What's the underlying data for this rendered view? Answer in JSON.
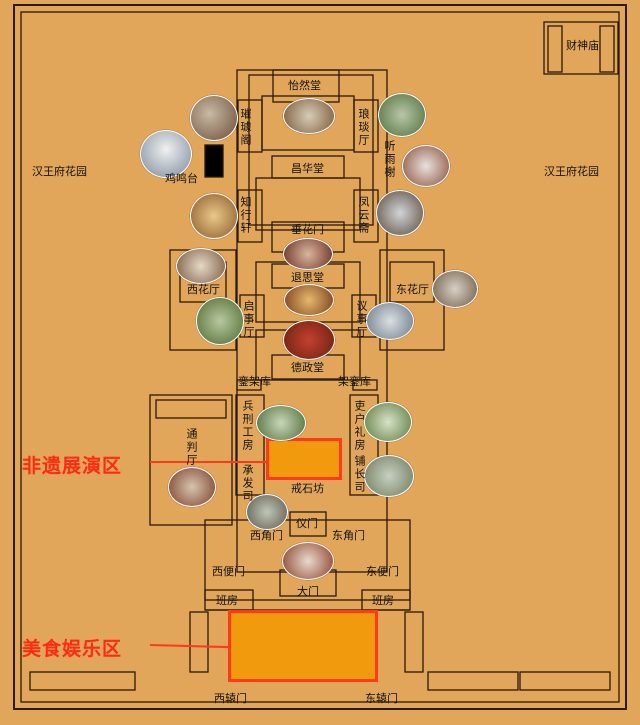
{
  "map": {
    "labels": {
      "yiran_tang": "怡然堂",
      "cuihua_ge": "璀璩阁",
      "langyuan_ting": "琅琰厅",
      "tingyu_xie": "听雨榭",
      "changhua_tang": "昌华堂",
      "jiming_tai": "鸡鸣台",
      "zhixing_xuan": "知行轩",
      "fengyun_zhai": "凤云斋",
      "chuihua_men": "垂花门",
      "tuisi_tang": "退思堂",
      "xihua_ting": "西花厅",
      "donghua_ting": "东花厅",
      "qishi_ting": "启事厅",
      "yishi_ting": "议事厅",
      "dezheng_tang": "德政堂",
      "luanjia_ku_w": "銮架库",
      "luanjia_ku_e": "架銮库",
      "bingxing_gongfang": "兵刑工房",
      "lihu_lifang": "吏户礼房",
      "tongpan_ting": "通判厅",
      "chengfa_si": "承发司",
      "puzhang_si": "铺长司",
      "jieshi_fang": "戒石坊",
      "yi_men": "仪门",
      "xijiao_men": "西角门",
      "dongjiao_men": "东角门",
      "xibian_men": "西便门",
      "dongbian_men": "东便门",
      "da_men": "大门",
      "banfang_w": "班房",
      "banfang_e": "班房",
      "xiyuan_men": "西辕门",
      "dongyuan_men": "东辕门",
      "hanwang_w": "汉王府花园",
      "hanwang_e": "汉王府花园",
      "caishen_miao": "财神庙"
    },
    "zones": {
      "heritage": "非遗展演区",
      "food": "美食娱乐区"
    },
    "colors": {
      "background": "#e2a65b",
      "zone_fill": "#f29a0e",
      "zone_border": "#ff3a1a",
      "callout": "#ff2a12"
    }
  }
}
